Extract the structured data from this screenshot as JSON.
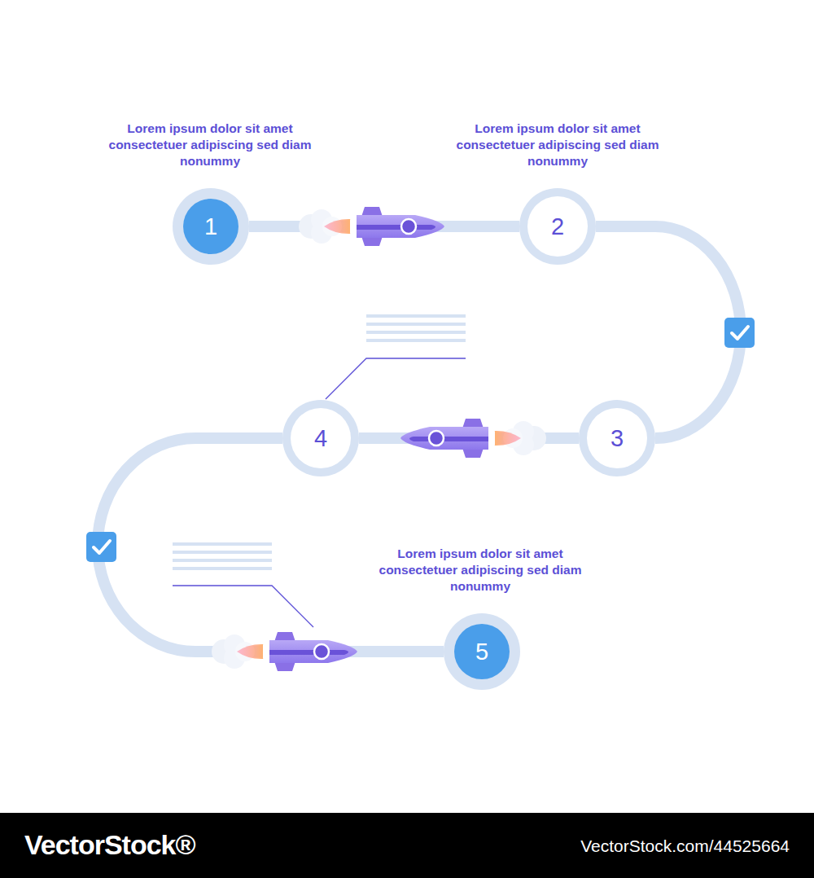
{
  "diagram": {
    "nodes": [
      {
        "text": [
          "1"
        ]
      },
      {
        "text": [
          "2"
        ]
      },
      {
        "text": [
          "3"
        ]
      },
      {
        "text": [
          "4"
        ]
      },
      {
        "text": [
          "5"
        ]
      }
    ],
    "edges": [
      {
        "from": 0,
        "to": 1,
        "arrow": "none"
      },
      {
        "from": 1,
        "to": 2,
        "arrow": "none"
      },
      {
        "from": 2,
        "to": 3,
        "arrow": "none"
      },
      {
        "from": 3,
        "to": 4,
        "arrow": "none"
      }
    ],
    "labels": [
      "Lorem ipsum dolor sit amet consectetuer adipiscing sed diam nonummy",
      "Lorem ipsum dolor sit amet consectetuer adipiscing sed diam nonummy",
      "Lorem ipsum dolor sit amet consectetuer adipiscing sed diam nonummy",
      "VectorStock®",
      "VectorStock.com/44525664"
    ]
  }
}
